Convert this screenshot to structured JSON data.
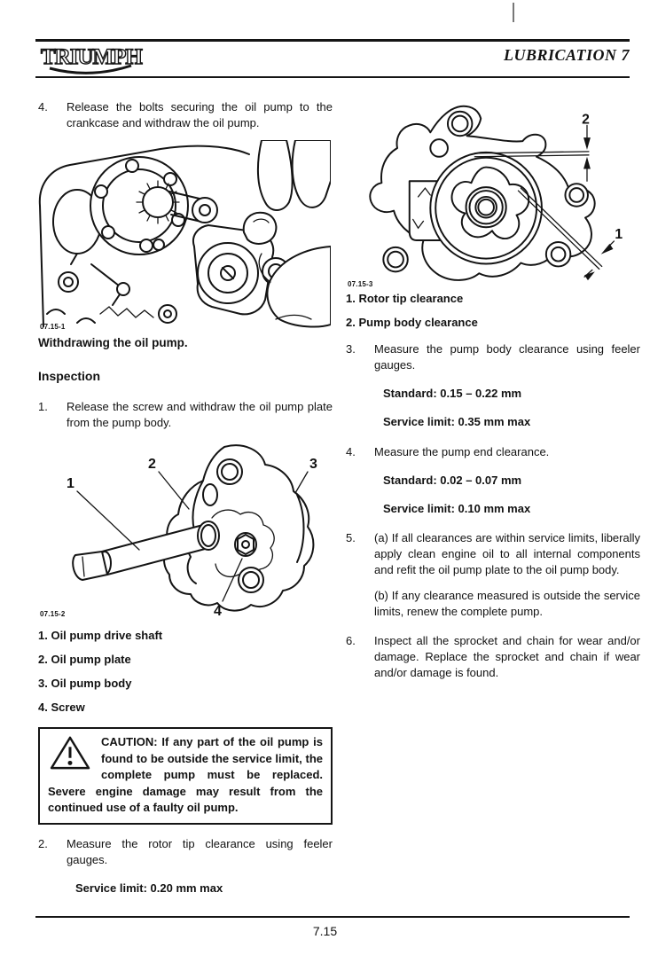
{
  "header": {
    "logo_text": "TRIUMPH",
    "section_title": "LUBRICATION 7"
  },
  "footer": {
    "page_number": "7.15"
  },
  "left_column": {
    "step_4": {
      "num": "4.",
      "text": "Release the bolts securing the oil pump to the crankcase and withdraw the oil pump."
    },
    "figure_1": {
      "ref": "07.15-1",
      "caption": "Withdrawing the oil pump."
    },
    "inspection_heading": "Inspection",
    "step_1": {
      "num": "1.",
      "text": "Release the screw and withdraw the oil pump plate from the pump body."
    },
    "figure_2": {
      "ref": "07.15-2",
      "callout_1": "1",
      "callout_2": "2",
      "callout_3": "3",
      "callout_4": "4",
      "key": [
        "1. Oil pump drive shaft",
        "2. Oil pump plate",
        "3. Oil pump body",
        "4. Screw"
      ]
    },
    "caution_text": "CAUTION: If any part of the oil pump is found to be outside the service limit, the complete pump must be replaced.  Severe engine damage may result from the continued use of a faulty oil pump.",
    "step_2": {
      "num": "2.",
      "text": "Measure the rotor tip clearance using feeler gauges."
    },
    "step_2_service_limit": "Service limit: 0.20 mm max"
  },
  "right_column": {
    "figure_3": {
      "ref": "07.15-3",
      "callout_1": "1",
      "callout_2": "2",
      "key": [
        "1. Rotor tip clearance",
        "2. Pump body clearance"
      ]
    },
    "step_3": {
      "num": "3.",
      "text": "Measure the pump body clearance using feeler gauges."
    },
    "step_3_standard": "Standard: 0.15 – 0.22 mm",
    "step_3_service_limit": "Service limit: 0.35 mm max",
    "step_4": {
      "num": "4.",
      "text": "Measure the pump end clearance."
    },
    "step_4_standard": "Standard: 0.02 – 0.07 mm",
    "step_4_service_limit": "Service limit: 0.10 mm max",
    "step_5": {
      "num": "5.",
      "text_a": "(a) If all clearances are within service limits, liberally apply clean engine oil to all internal components and refit the oil pump plate to the oil pump body.",
      "text_b": "(b) If any clearance measured is outside the service limits, renew the complete pump."
    },
    "step_6": {
      "num": "6.",
      "text": "Inspect all the sprocket and chain for wear and/or damage. Replace the sprocket and chain if wear and/or damage is found."
    }
  }
}
